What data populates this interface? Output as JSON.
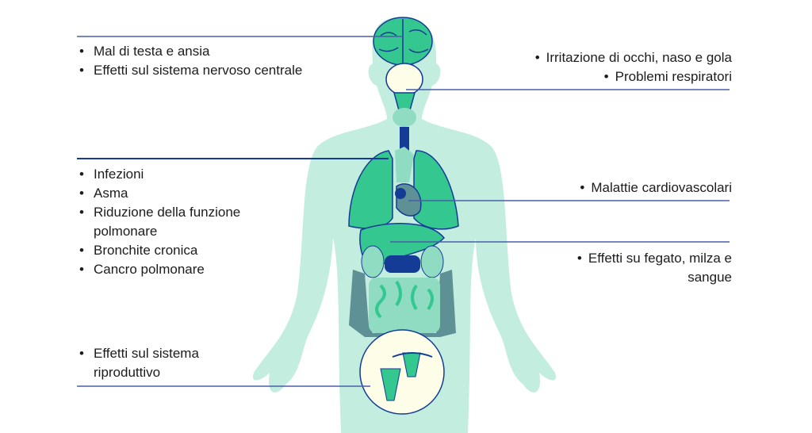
{
  "groups": {
    "brain": [
      "Mal di testa e ansia",
      "Effetti sul sistema nervoso centrale"
    ],
    "airways": [
      "Irritazione di occhi, naso e gola",
      "Problemi respiratori"
    ],
    "lungs": [
      "Infezioni",
      "Asma",
      "Riduzione della funzione polmonare",
      "Bronchite cronica",
      "Cancro polmonare"
    ],
    "heart": [
      "Malattie cardiovascolari"
    ],
    "liver": [
      "Effetti su fegato, milza e sangue"
    ],
    "repro": [
      "Effetti sul sistema riproduttivo"
    ]
  },
  "colors": {
    "body": "#c3eedf",
    "organ": "#34c790",
    "line": "#4a5ea8",
    "dark": "#143c96",
    "teal": "#5e9195",
    "cream": "#fdfde8"
  }
}
